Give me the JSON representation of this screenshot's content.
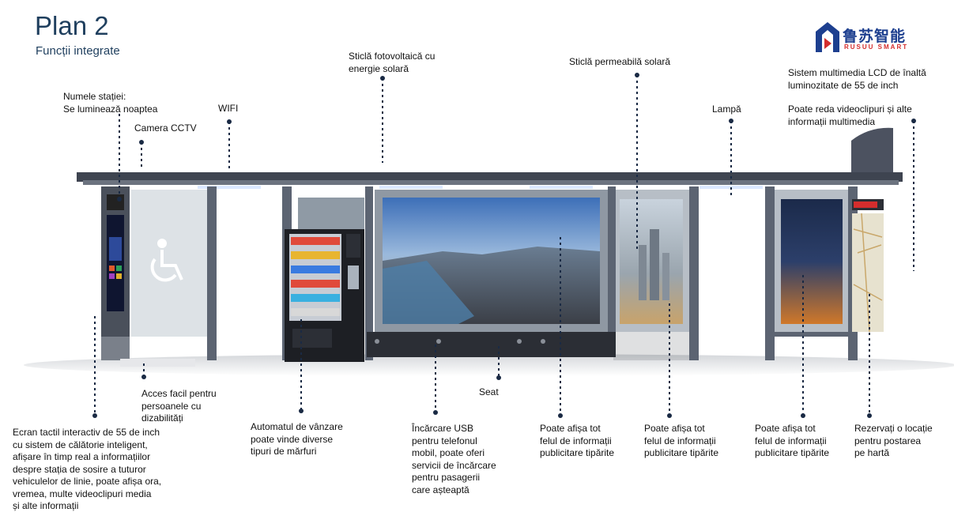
{
  "header": {
    "title": "Plan 2",
    "subtitle": "Funcții integrate"
  },
  "logo": {
    "chinese": "鲁苏智能",
    "latin": "RUSUU SMART"
  },
  "labels": {
    "station_name": [
      "Numele stației:",
      "Se luminează noaptea"
    ],
    "cctv": [
      "Camera CCTV"
    ],
    "wifi": [
      "WIFI"
    ],
    "pv_glass": [
      "Sticlă fotovoltaică cu",
      "energie solară"
    ],
    "solar_glass": [
      "Sticlă permeabilă solară"
    ],
    "lcd_system": [
      "Sistem multimedia LCD de înaltă",
      "luminozitate de 55 de inch"
    ],
    "multimedia": [
      "Poate reda videoclipuri și alte",
      "informații multimedia"
    ],
    "lamp": [
      "Lampă"
    ],
    "access": [
      "Acces facil pentru",
      "persoanele cu",
      "dizabilități"
    ],
    "seat": [
      "Seat"
    ],
    "touchscreen": [
      "Ecran tactil interactiv de 55 de inch",
      "cu sistem de călătorie inteligent,",
      "afișare în timp real a informațiilor",
      "despre stația de sosire a tuturor",
      "vehiculelor de linie, poate afișa ora,",
      "vremea, multe videoclipuri media",
      "și alte informații"
    ],
    "vending": [
      "Automatul de vânzare",
      "poate vinde diverse",
      "tipuri de mărfuri"
    ],
    "usb": [
      "Încărcare USB",
      "pentru telefonul",
      "mobil, poate oferi",
      "servicii de încărcare",
      "pentru pasagerii",
      "care așteaptă"
    ],
    "ad_1": [
      "Poate afișa tot",
      "felul de informații",
      "publicitare tipărite"
    ],
    "ad_2": [
      "Poate afișa tot",
      "felul de informații",
      "publicitare tipărite"
    ],
    "ad_3": [
      "Poate afișa tot",
      "felul de informații",
      "publicitare tipărite"
    ],
    "map": [
      "Rezervați o locație",
      "pentru postarea",
      "pe hartă"
    ]
  },
  "icons": {
    "accessibility": "wheelchair-icon",
    "logo_mark": "r-shield-logo-icon"
  },
  "colors": {
    "title": "#1f3f5e",
    "leader": "#1a2a44",
    "frame": "#5c6472",
    "roof": "#3e4450",
    "accent": "#d42d2d"
  }
}
